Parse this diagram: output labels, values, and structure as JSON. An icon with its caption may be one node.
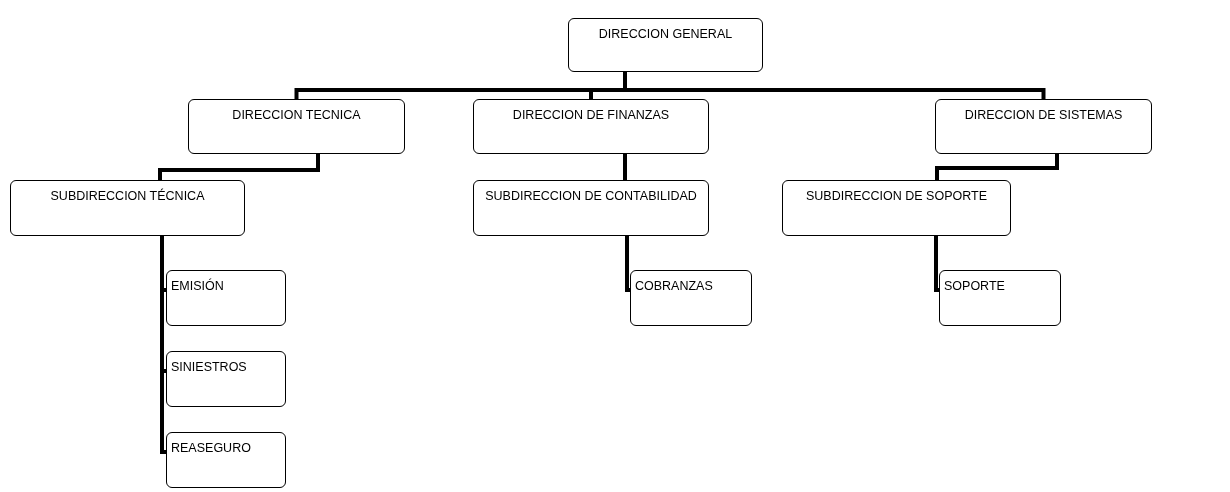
{
  "diagram": {
    "nodes": [
      {
        "text": [
          "DIRECCION GENERAL"
        ]
      },
      {
        "text": [
          "DIRECCION TECNICA"
        ]
      },
      {
        "text": [
          "DIRECCION  DE  FINANZAS"
        ]
      },
      {
        "text": [
          "DIRECCION DE SISTEMAS"
        ]
      },
      {
        "text": [
          "SUBDIRECCION TÉCNICA"
        ]
      },
      {
        "text": [
          "SUBDIRECCION DE CONTABILIDAD"
        ]
      },
      {
        "text": [
          "SUBDIRECCION DE SOPORTE"
        ]
      },
      {
        "text": [
          "EMISIÓN"
        ]
      },
      {
        "text": [
          "SINIESTROS"
        ]
      },
      {
        "text": [
          "REASEGURO"
        ]
      },
      {
        "text": [
          "COBRANZAS"
        ]
      },
      {
        "text": [
          "SOPORTE"
        ]
      }
    ],
    "edges": [
      {
        "from": 0,
        "to": 1,
        "arrow": "none"
      },
      {
        "from": 0,
        "to": 2,
        "arrow": "none"
      },
      {
        "from": 0,
        "to": 3,
        "arrow": "none"
      },
      {
        "from": 1,
        "to": 4,
        "arrow": "none"
      },
      {
        "from": 2,
        "to": 5,
        "arrow": "none"
      },
      {
        "from": 3,
        "to": 6,
        "arrow": "none"
      },
      {
        "from": 4,
        "to": 7,
        "arrow": "none"
      },
      {
        "from": 4,
        "to": 8,
        "arrow": "none"
      },
      {
        "from": 4,
        "to": 9,
        "arrow": "none"
      },
      {
        "from": 5,
        "to": 10,
        "arrow": "none"
      },
      {
        "from": 6,
        "to": 11,
        "arrow": "none"
      }
    ]
  }
}
